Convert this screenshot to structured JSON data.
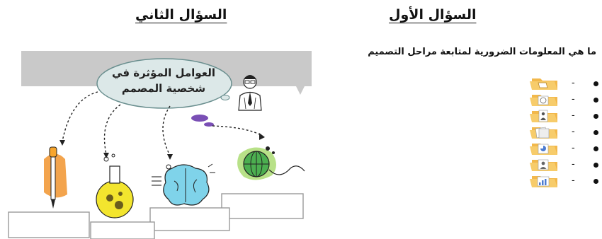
{
  "question_one": {
    "title": "السؤال الأول",
    "prompt": "ما هي المعلومات الضرورية لمتابعة مراحل التصميم",
    "items": [
      {
        "bullet": "-",
        "icon": "folder-ruler-icon"
      },
      {
        "bullet": "-",
        "icon": "folder-clock-icon"
      },
      {
        "bullet": "-",
        "icon": "folder-person-icon"
      },
      {
        "bullet": "-",
        "icon": "folder-documents-icon"
      },
      {
        "bullet": "-",
        "icon": "folder-pie-chart-icon"
      },
      {
        "bullet": "-",
        "icon": "folder-user-icon"
      },
      {
        "bullet": "-",
        "icon": "folder-bar-chart-icon"
      }
    ]
  },
  "question_two": {
    "title": "السؤال الثاني",
    "bubble_text": "العوامل المؤثرة في شخصية المصمم",
    "icons": [
      "designer-icon",
      "dropper-icon",
      "flask-icon",
      "brain-icon",
      "globe-icon"
    ]
  },
  "colors": {
    "banner": "#c9c9c9",
    "bubble": "#dce8e8",
    "folder": "#f2b84b",
    "dropper": "#f29a3a",
    "flask": "#f3e52e",
    "brain": "#7fd3ea",
    "globe": "#4caf50"
  }
}
